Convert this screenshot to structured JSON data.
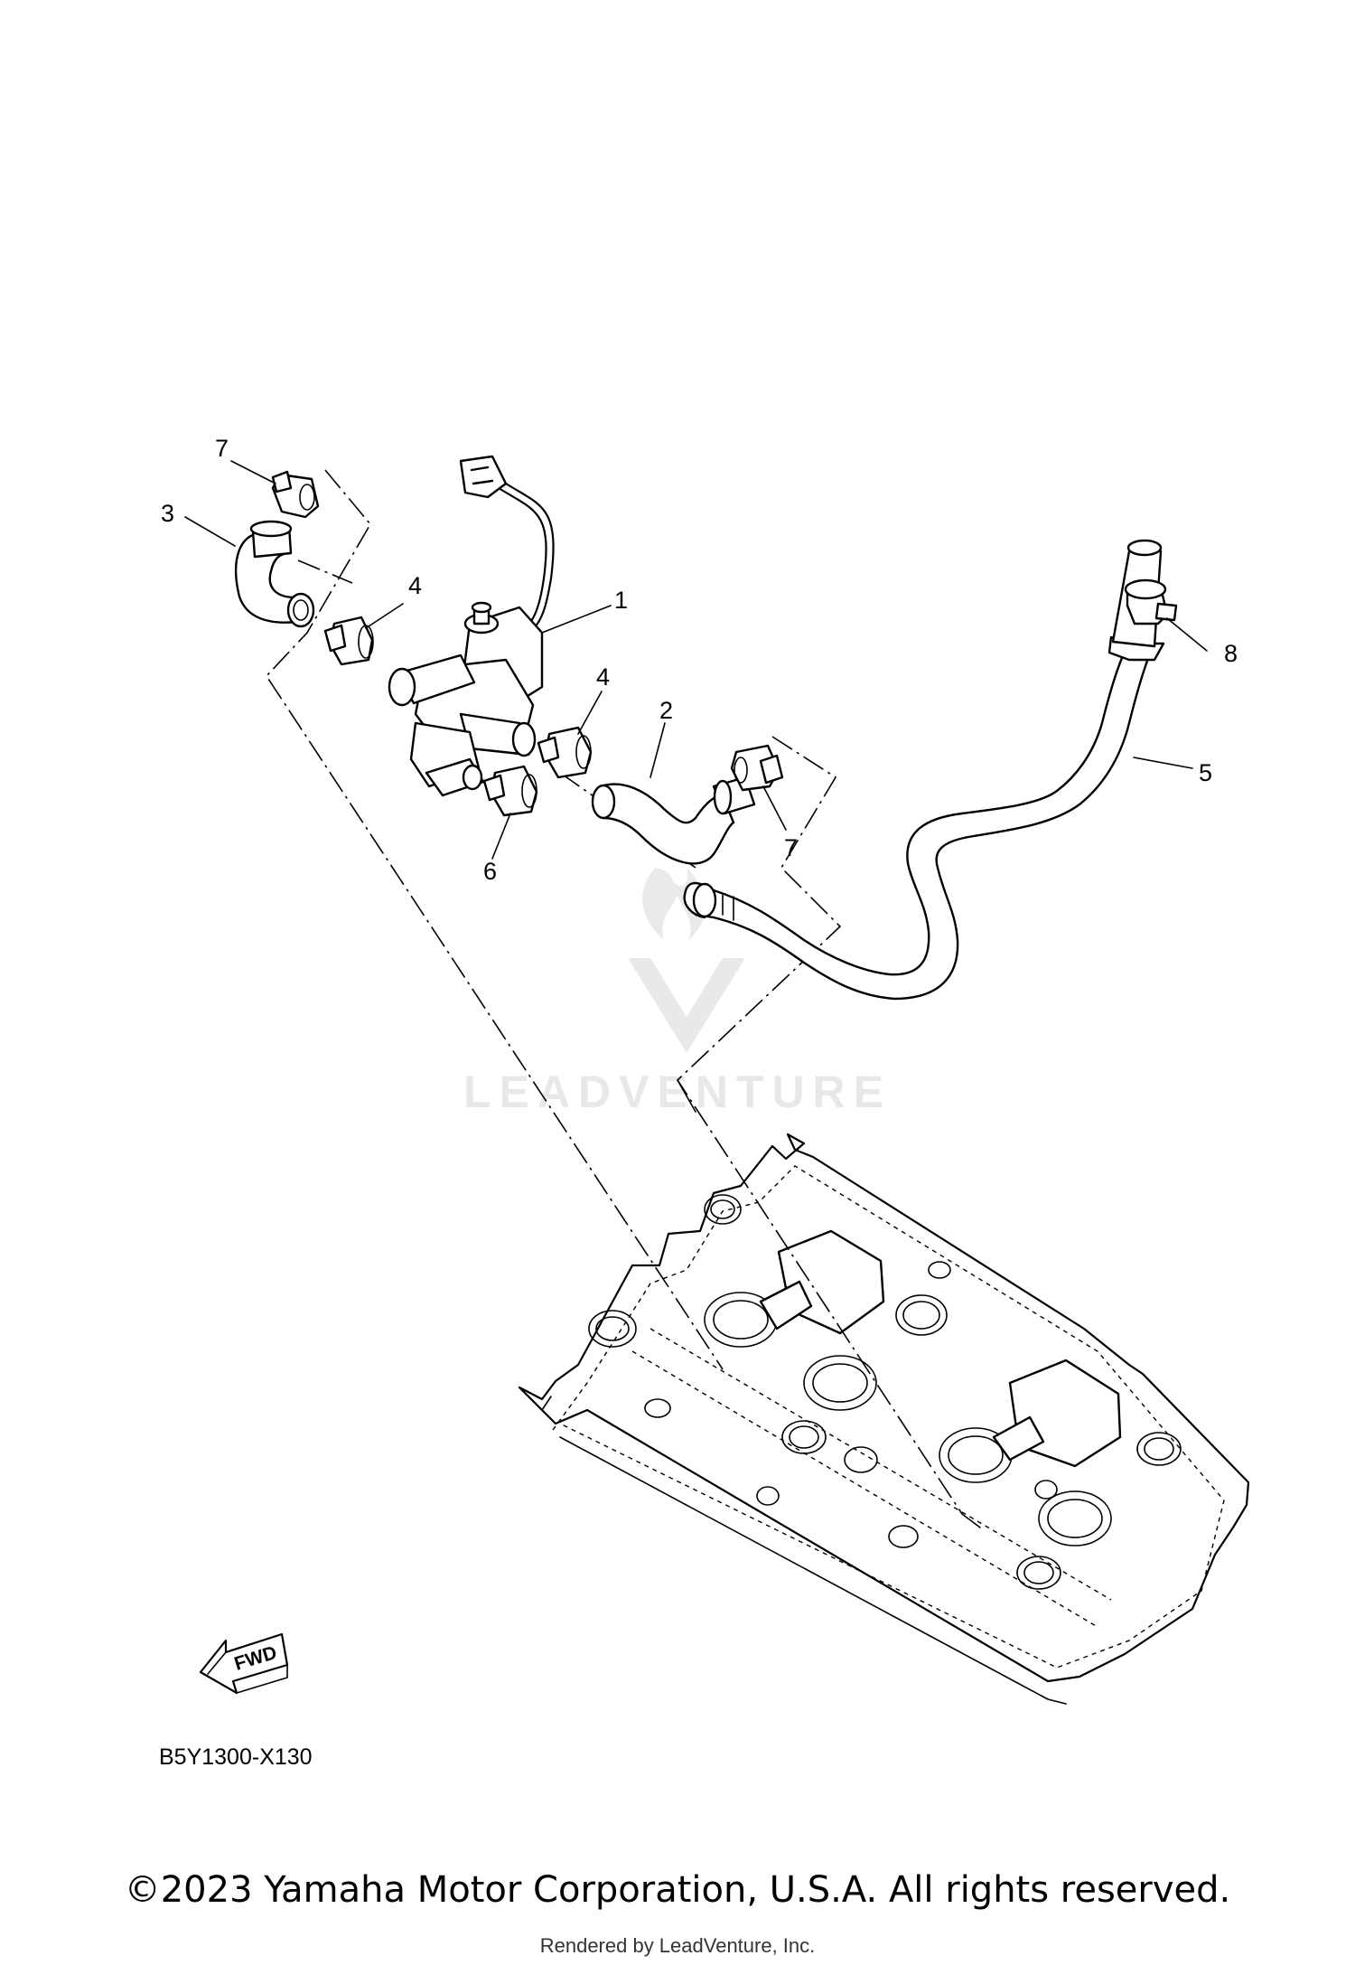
{
  "diagram": {
    "callouts": [
      "7",
      "3",
      "4",
      "1",
      "8",
      "4",
      "2",
      "5",
      "7",
      "6"
    ],
    "part_code": "B5Y1300-X130",
    "fwd_label": "FWD",
    "watermark": "LEADVENTURE"
  },
  "footer": {
    "copyright": "©2023 Yamaha Motor Corporation, U.S.A. All rights reserved.",
    "rendered_by": "Rendered by LeadVenture, Inc."
  }
}
